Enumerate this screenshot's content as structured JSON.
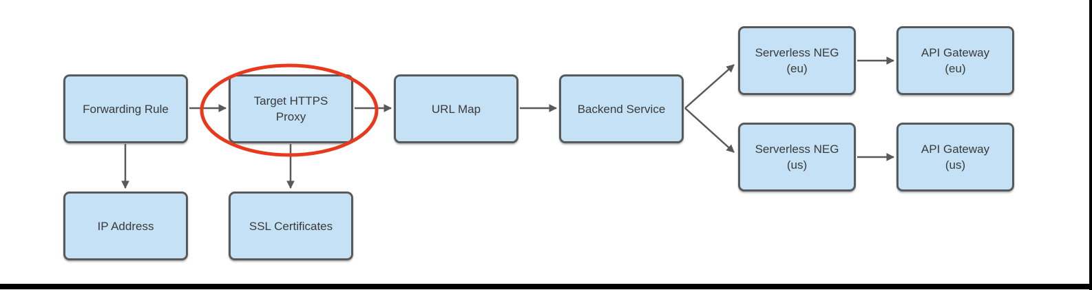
{
  "diagram": {
    "type": "flowchart",
    "nodes": {
      "forwarding_rule": {
        "label": "Forwarding Rule"
      },
      "target_https_proxy": {
        "label": "Target HTTPS\nProxy",
        "highlighted": true
      },
      "url_map": {
        "label": "URL Map"
      },
      "backend_service": {
        "label": "Backend Service"
      },
      "serverless_neg_eu": {
        "label": "Serverless NEG\n(eu)"
      },
      "api_gateway_eu": {
        "label": "API Gateway\n(eu)"
      },
      "serverless_neg_us": {
        "label": "Serverless NEG\n(us)"
      },
      "api_gateway_us": {
        "label": "API Gateway\n(us)"
      },
      "ip_address": {
        "label": "IP Address"
      },
      "ssl_certificates": {
        "label": "SSL Certificates"
      }
    },
    "edges": [
      {
        "from": "forwarding_rule",
        "to": "target_https_proxy"
      },
      {
        "from": "target_https_proxy",
        "to": "url_map"
      },
      {
        "from": "url_map",
        "to": "backend_service"
      },
      {
        "from": "backend_service",
        "to": "serverless_neg_eu"
      },
      {
        "from": "backend_service",
        "to": "serverless_neg_us"
      },
      {
        "from": "serverless_neg_eu",
        "to": "api_gateway_eu"
      },
      {
        "from": "serverless_neg_us",
        "to": "api_gateway_us"
      },
      {
        "from": "forwarding_rule",
        "to": "ip_address"
      },
      {
        "from": "target_https_proxy",
        "to": "ssl_certificates"
      }
    ]
  },
  "colors": {
    "node_fill": "#c4e1f5",
    "node_border": "#58595b",
    "arrow": "#595959",
    "highlight": "#e8391d",
    "text": "#3a3a3a",
    "frame": "#000000"
  }
}
